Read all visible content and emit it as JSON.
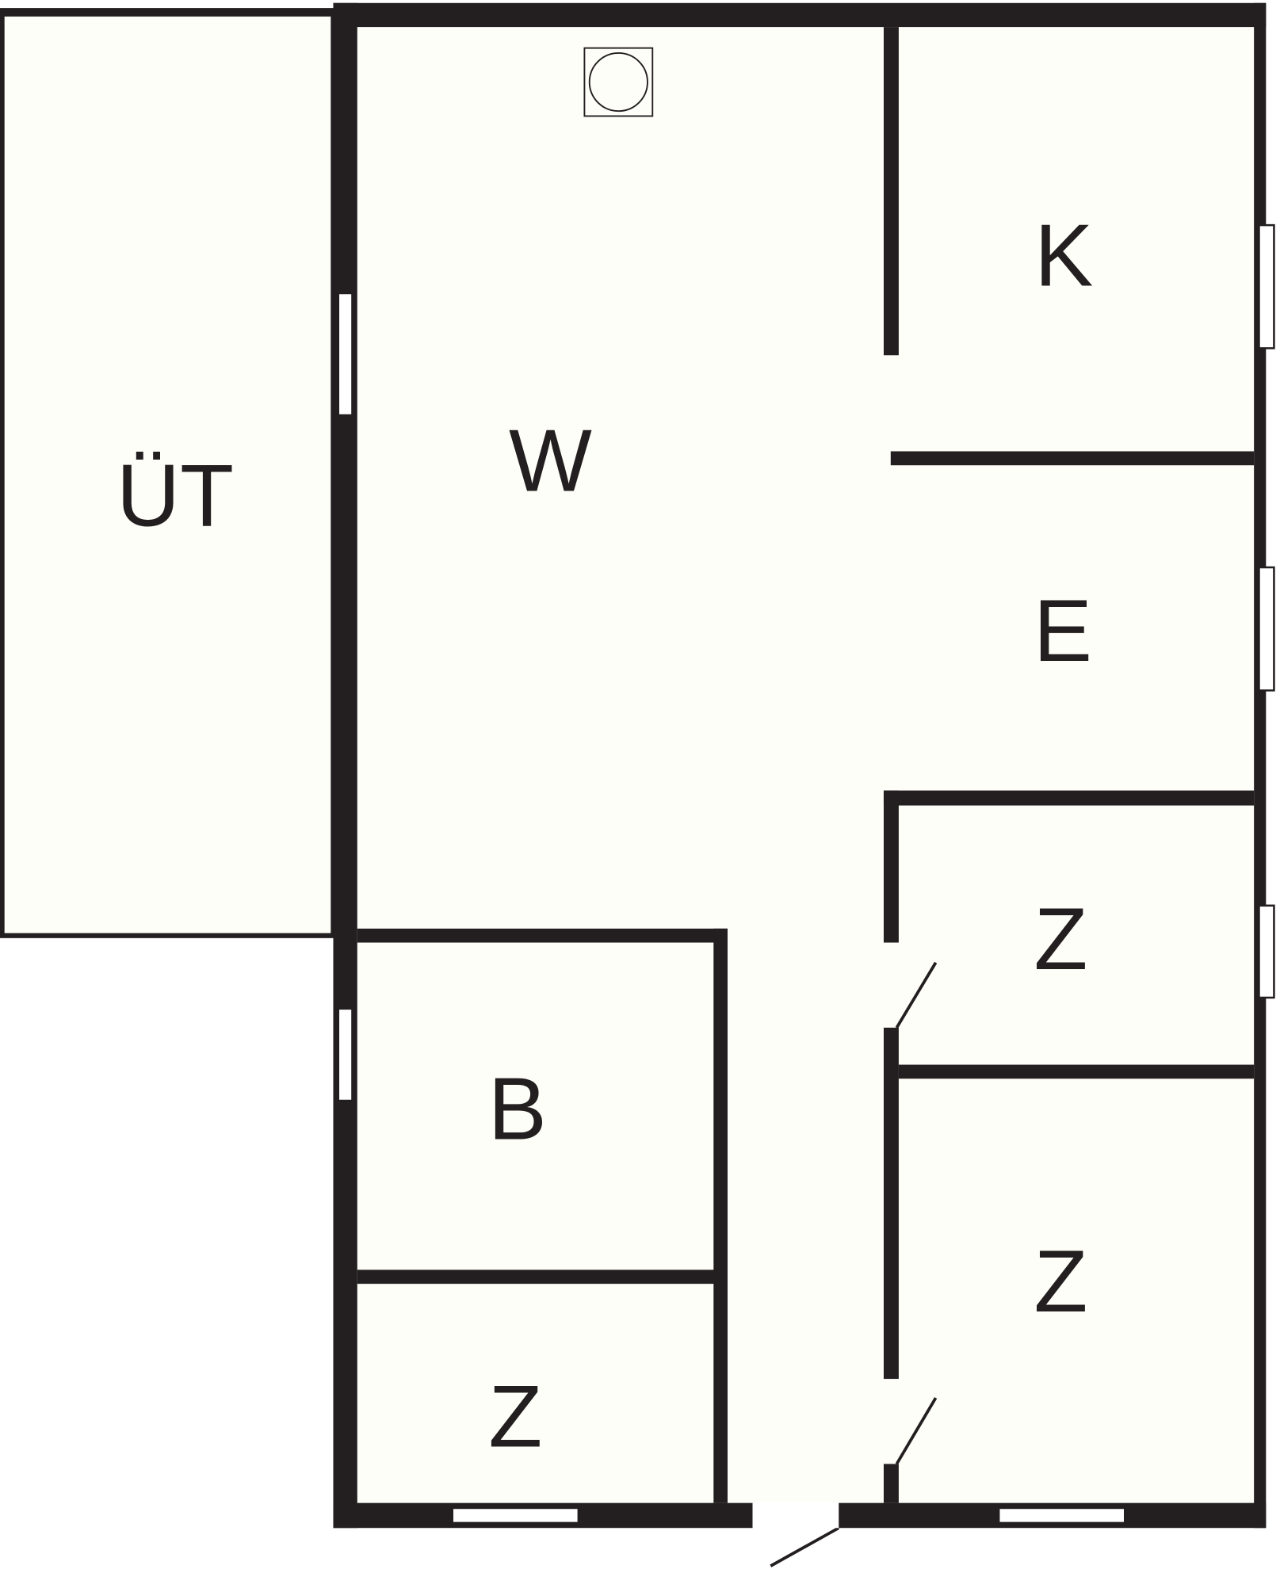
{
  "floor_plan": {
    "rooms": [
      {
        "id": "terrace",
        "label": "ÜT"
      },
      {
        "id": "living",
        "label": "W"
      },
      {
        "id": "kitchen",
        "label": "K"
      },
      {
        "id": "dining",
        "label": "E"
      },
      {
        "id": "bedroom-1",
        "label": "Z"
      },
      {
        "id": "bathroom",
        "label": "B"
      },
      {
        "id": "bedroom-2",
        "label": "Z"
      },
      {
        "id": "bedroom-3",
        "label": "Z"
      }
    ],
    "symbols": [
      "stove-icon"
    ],
    "colors": {
      "wall": "#231f20",
      "floor": "#fefef8"
    }
  }
}
